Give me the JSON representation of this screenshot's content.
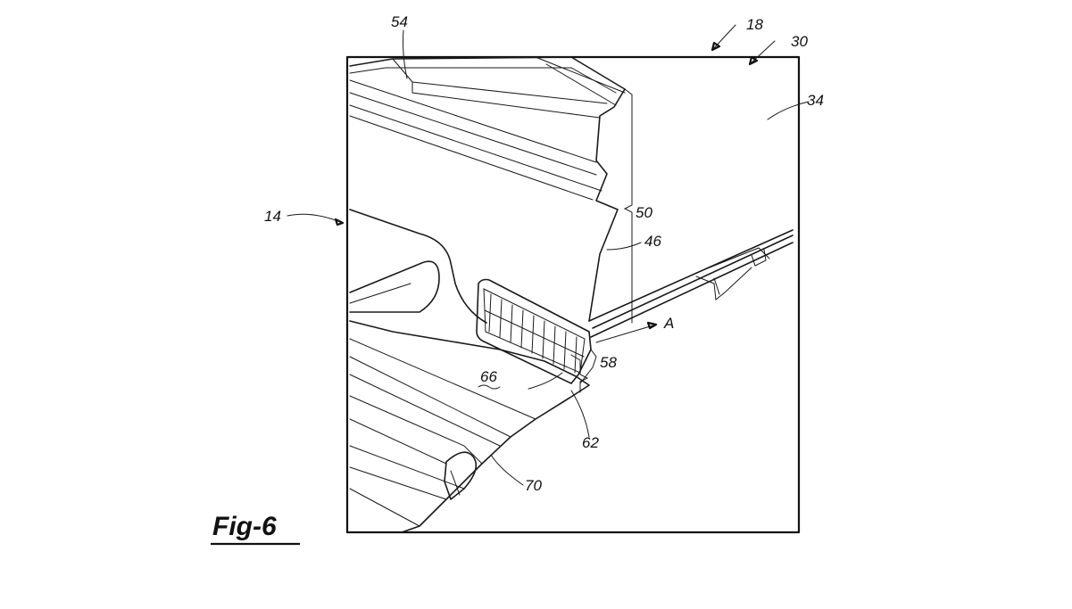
{
  "figure": {
    "caption": "Fig-6",
    "reference_numerals": [
      "54",
      "18",
      "30",
      "34",
      "14",
      "50",
      "46",
      "A",
      "58",
      "66",
      "62",
      "70"
    ]
  }
}
